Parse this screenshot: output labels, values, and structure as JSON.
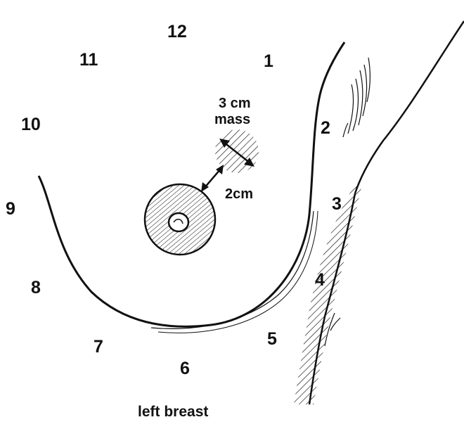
{
  "clock_positions": [
    "12",
    "1",
    "2",
    "3",
    "4",
    "5",
    "6",
    "7",
    "8",
    "9",
    "10",
    "11"
  ],
  "mass": {
    "size_line": "3 cm",
    "word_line": "mass"
  },
  "distance_label": "2cm",
  "caption": "left breast",
  "colors": {
    "ink": "#111111",
    "background": "#ffffff"
  }
}
